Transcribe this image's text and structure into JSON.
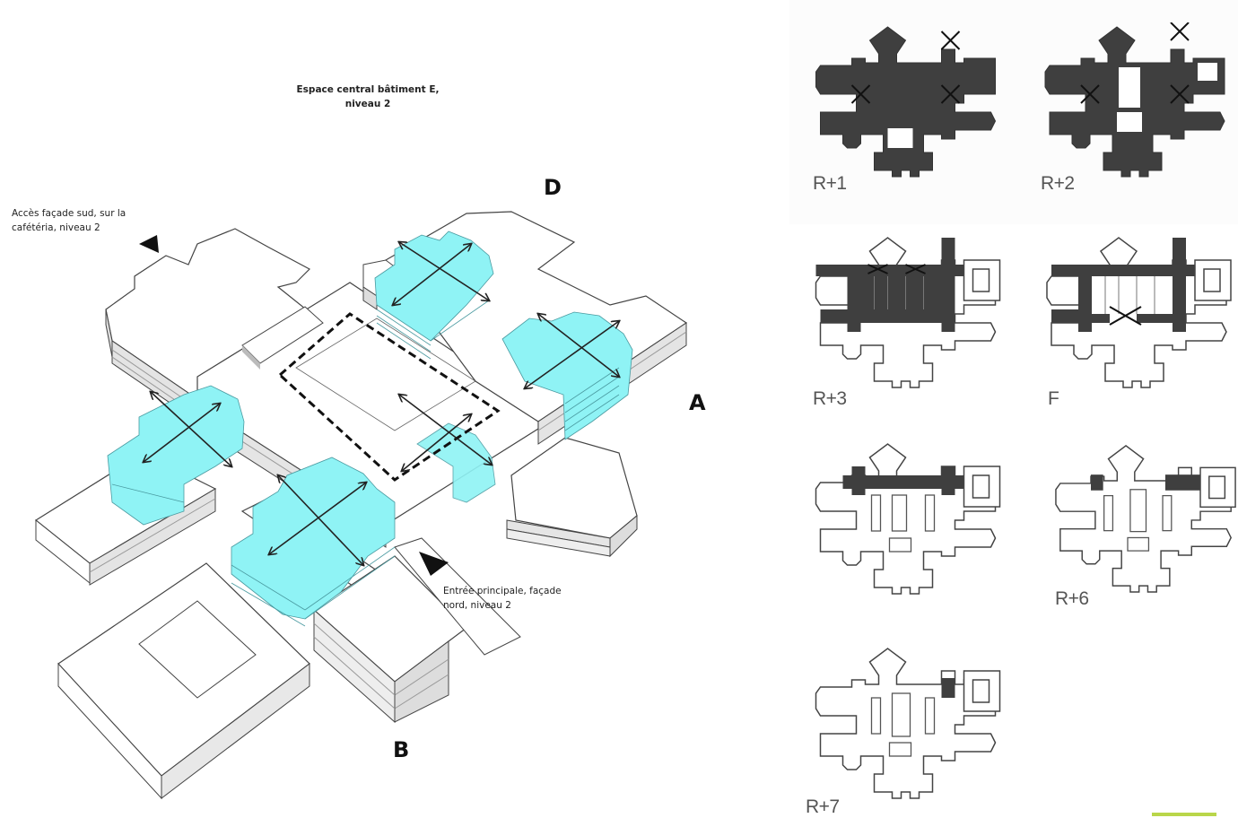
{
  "axonometric": {
    "title_note": "Espace central bâtiment E,\nniveau 2",
    "title_note_line1": "Espace central bâtiment E,",
    "title_note_line2": "niveau 2",
    "south_access_line1": "Accès façade sud, sur la",
    "south_access_line2": "cafétéria, niveau 2",
    "main_entrance_line1": "Entrée principale, façade",
    "main_entrance_line2": "nord, niveau 2",
    "building_labels": {
      "d": "D",
      "a": "A",
      "b": "B"
    },
    "colors": {
      "circulation_core": "#8ff3f5",
      "building": "#ffffff",
      "floor_lines": "#9a9a9a",
      "outline": "#444444"
    }
  },
  "floor_plans": [
    {
      "label": "R+1",
      "style": "filled"
    },
    {
      "label": "R+2",
      "style": "filled"
    },
    {
      "label": "R+3",
      "style": "partial"
    },
    {
      "label": "F",
      "style": "partial"
    },
    {
      "label": "",
      "style": "corridor"
    },
    {
      "label": "R+6",
      "style": "cores"
    },
    {
      "label": "R+7",
      "style": "single-core"
    }
  ],
  "colors": {
    "plan_fill": "#3f3f3f",
    "plan_outline": "#555555",
    "accent_bar": "#b9d64a"
  }
}
